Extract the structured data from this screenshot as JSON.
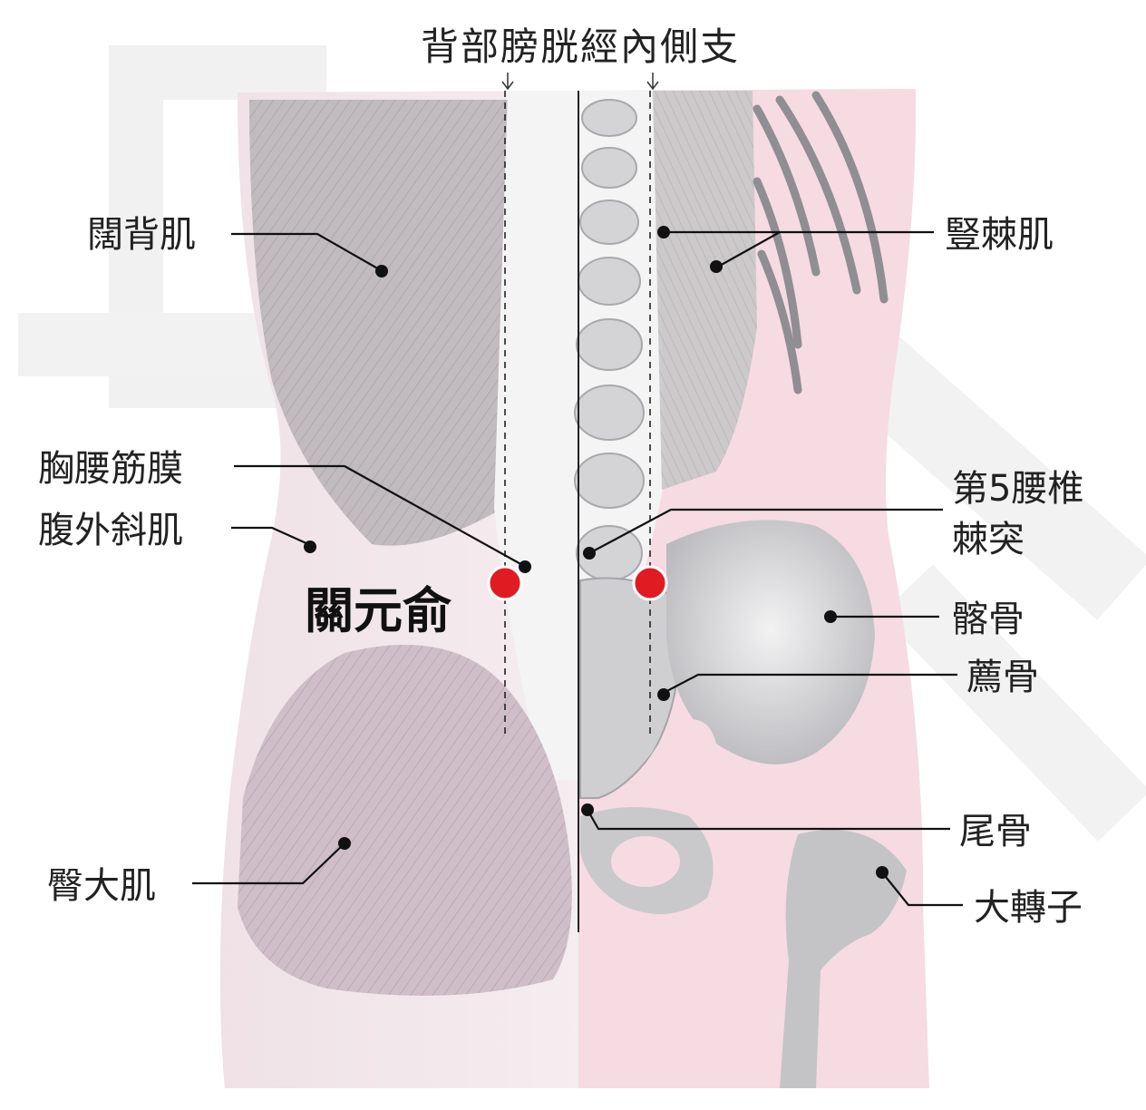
{
  "figure": {
    "top_label": "背部膀胱經內側支",
    "acupoint_name": "關元俞",
    "background_color": "#f6dbe2",
    "accent_color": "#e11b22",
    "labels": {
      "latissimus": "闊背肌",
      "erector": "豎棘肌",
      "fascia": "胸腰筋膜",
      "oblique": "腹外斜肌",
      "l5_line1": "第5腰椎",
      "l5_line2": "棘突",
      "ilium": "髂骨",
      "sacrum": "薦骨",
      "coccyx": "尾骨",
      "gluteus": "臀大肌",
      "trochanter": "大轉子"
    }
  }
}
